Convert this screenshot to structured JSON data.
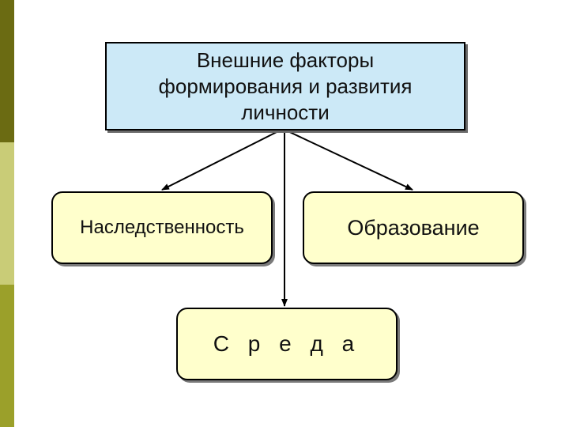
{
  "decor": {
    "bar_colors": [
      "#6b6b12",
      "#c9cc77",
      "#9ba02a"
    ]
  },
  "colors": {
    "title_fill": "#cce9f7",
    "box_fill": "#ffffcc",
    "stroke": "#000000"
  },
  "diagram": {
    "root": {
      "lines": [
        "Внешние факторы",
        "формирования и развития",
        "личности"
      ]
    },
    "children": [
      {
        "id": "heredity",
        "label": "Наследственность"
      },
      {
        "id": "education",
        "label": "Образование"
      },
      {
        "id": "environment",
        "label": "С р е д а"
      }
    ],
    "edges": [
      {
        "from": "root",
        "to": "heredity"
      },
      {
        "from": "root",
        "to": "education"
      },
      {
        "from": "root",
        "to": "environment"
      }
    ]
  }
}
